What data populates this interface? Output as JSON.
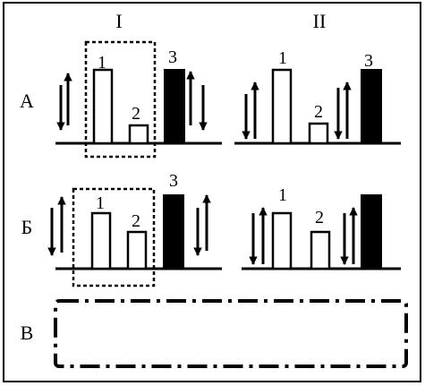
{
  "colors": {
    "ink": "#000000",
    "paper": "#ffffff"
  },
  "columns": [
    {
      "key": "I",
      "label": "I"
    },
    {
      "key": "II",
      "label": "II"
    }
  ],
  "rows": [
    {
      "key": "A",
      "label": "А"
    },
    {
      "key": "B",
      "label": "Б"
    },
    {
      "key": "V",
      "label": "В"
    }
  ],
  "panels": {
    "A_I": {
      "bar_labels": [
        "1",
        "2",
        "3"
      ]
    },
    "A_II": {
      "bar_labels": [
        "1",
        "2",
        "3"
      ]
    },
    "B_I": {
      "bar_labels": [
        "1",
        "2",
        "3"
      ]
    },
    "B_II": {
      "bar_labels": [
        "1",
        "2"
      ]
    }
  },
  "row_v": {
    "box_style": "dash-dot",
    "content": ""
  }
}
